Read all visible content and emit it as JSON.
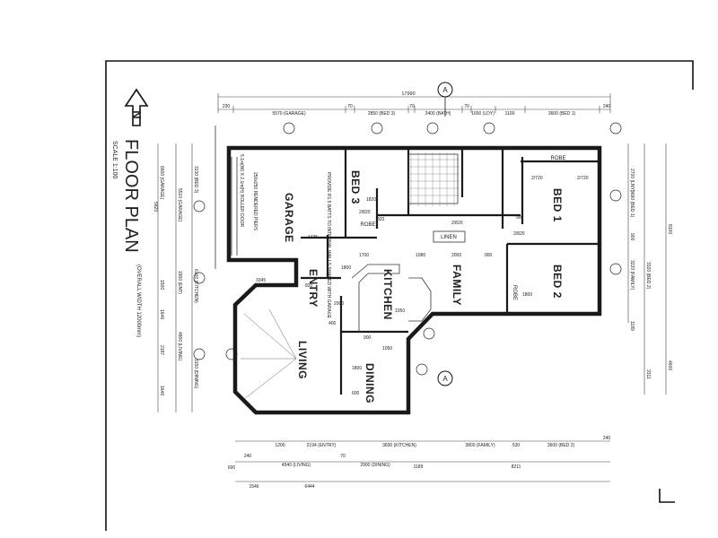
{
  "title": {
    "main": "FLOOR PLAN",
    "scale": "SCALE 1:100",
    "overall": "(OVERALL WIDTH 12000mm)"
  },
  "north": "N",
  "section_mark": "A",
  "rooms": {
    "garage": "GARAGE",
    "bed3": "BED 3",
    "bed1": "BED 1",
    "bed2": "BED 2",
    "entry": "ENTRY",
    "kitchen": "KITCHEN",
    "family": "FAMILY",
    "living": "LIVING",
    "dining": "DINING",
    "linen": "LINEN",
    "robe1": "ROBE",
    "robe2": "ROBE",
    "robe3": "ROBE"
  },
  "notes": {
    "garage_door": "5.1m(W) X 2.1m(H) ROLLER DOOR",
    "garage_piers": "250x250 RENDERED PIERS",
    "bricks": "PROVIDE R1.5 BATTS TO INTERNAL WALLS SHARED WITH GARAGE"
  },
  "top_dims": {
    "overall": "17990",
    "segments": [
      "230",
      "5570 (GARAGE)",
      "70",
      "2850 (BED 3)",
      "70",
      "2400 (BATH)",
      "70",
      "1650 (LDY)",
      "1100",
      "3600 (BED 1)",
      "240"
    ]
  },
  "bottom_dims": {
    "row1": [
      "1200",
      "2194 (ENTRY)",
      "3830 (KITCHEN)",
      "3800 (FAMILY)",
      "530",
      "3600 (BED 2)",
      "240"
    ],
    "row2": [
      "600",
      "240",
      "4540 (LIVING)",
      "70",
      "2900 (DINING)",
      "1189",
      "8211"
    ],
    "row3": [
      "1546",
      "6444"
    ]
  },
  "left_dims": {
    "col1": [
      "5820"
    ],
    "col2": [
      "6600 (GARAGE)",
      "1500",
      "1646",
      "2187",
      "1646"
    ],
    "col3": [
      "3130 (BED 3)",
      "5510 (GARAGE)",
      "1800 (ENT)",
      "6100 (KITCHEN)",
      "4800 (LIVING)",
      "3150 (DINING)"
    ]
  },
  "right_dims": {
    "col1": [
      "2700 (LNY)",
      "3690 (BED 1)",
      "900",
      "3220 (FAMILY)",
      "1189"
    ],
    "col2": [
      "3320 (BED 2)",
      "8100",
      "4600",
      "3311"
    ]
  },
  "interior_dims": [
    "1820",
    "2/820",
    "820",
    "1425",
    "2/820",
    "2/720",
    "2/720",
    "900",
    "1080",
    "2000",
    "900",
    "2/820",
    "1800",
    "3345",
    "820",
    "1050",
    "400",
    "2000",
    "1050",
    "1800",
    "600",
    "1800",
    "1700",
    "900"
  ]
}
